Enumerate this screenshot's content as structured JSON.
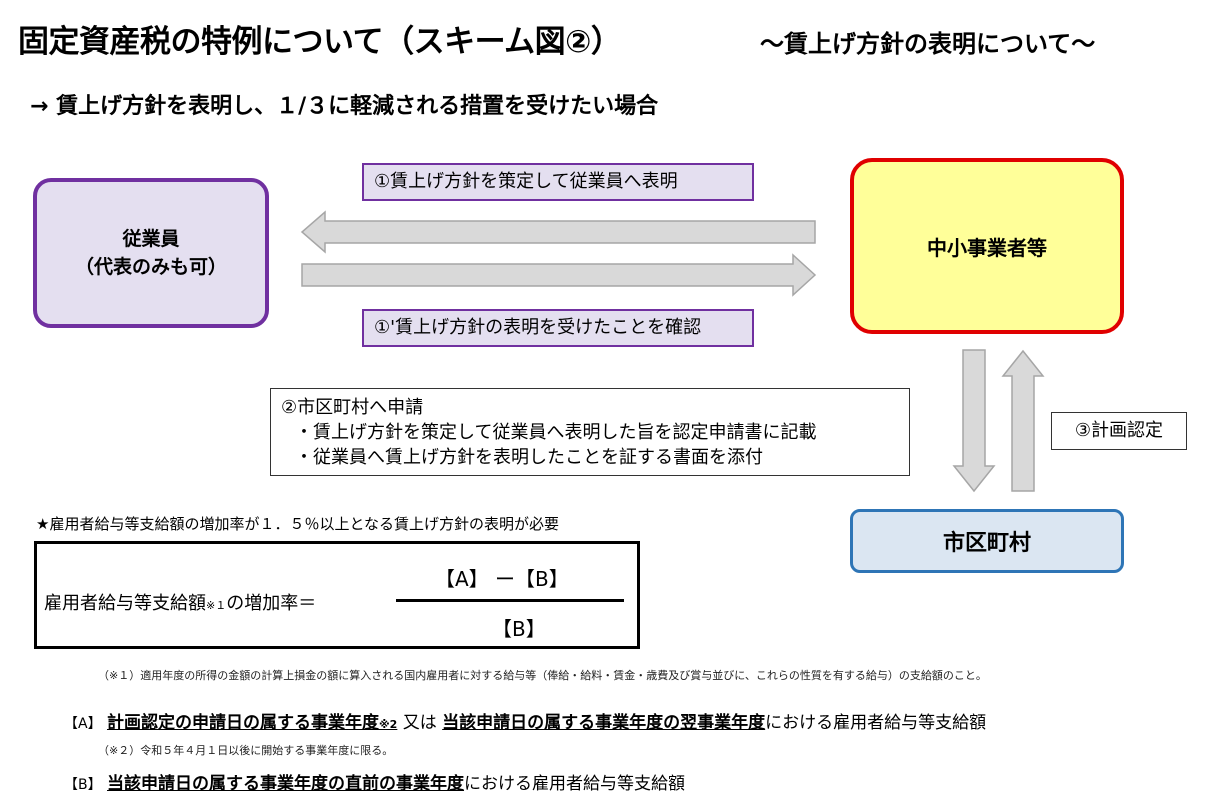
{
  "title": "固定資産税の特例について（スキーム図②）",
  "subtitle": "～賃上げ方針の表明について～",
  "lead": "→  賃上げ方針を表明し、１/３に軽減される措置を受けたい場合",
  "employee": {
    "line1": "従業員",
    "line2": "（代表のみも可）"
  },
  "company": "中小事業者等",
  "city": "市区町村",
  "step1": "①賃上げ方針を策定して従業員へ表明",
  "step1b": "①'賃上げ方針の表明を受けたことを確認",
  "step2": {
    "title": "②市区町村へ申請",
    "bullet1": "・賃上げ方針を策定して従業員へ表明した旨を認定申請書に記載",
    "bullet2": "・従業員へ賃上げ方針を表明したことを証する書面を添付"
  },
  "step3": "③計画認定",
  "star_note": "★雇用者給与等支給額の増加率が１．５％以上となる賃上げ方針の表明が必要",
  "formula": {
    "left_main": "雇用者給与等支給額",
    "left_sub": "※１",
    "left_tail": "の増加率＝",
    "numerator": "【A】 ー【B】",
    "denominator": "【B】"
  },
  "note1": "（※１）適用年度の所得の金額の計算上損金の額に算入される国内雇用者に対する給与等（俸給・給料・賃金・歳費及び賞与並びに、これらの性質を有する給与）の支給額のこと。",
  "defA": {
    "key": "【A】",
    "part1": "計画認定の申請日の属する事業年度",
    "part1_sub": "※2",
    "mid": " 又は ",
    "part2": "当該申請日の属する事業年度の翌事業年度",
    "tail": "における雇用者給与等支給額"
  },
  "note2": "（※２）令和５年４月１日以後に開始する事業年度に限る。",
  "defB": {
    "key": "【B】",
    "part1": "当該申請日の属する事業年度の直前の事業年度",
    "tail": "における雇用者給与等支給額"
  },
  "colors": {
    "employee_border": "#7030a0",
    "employee_fill": "#e4dff0",
    "company_border": "#e00000",
    "company_fill": "#ffff99",
    "city_border": "#2e75b6",
    "city_fill": "#dbe6f2",
    "arrow_fill": "#d9d9d9",
    "arrow_stroke": "#a6a6a6"
  }
}
